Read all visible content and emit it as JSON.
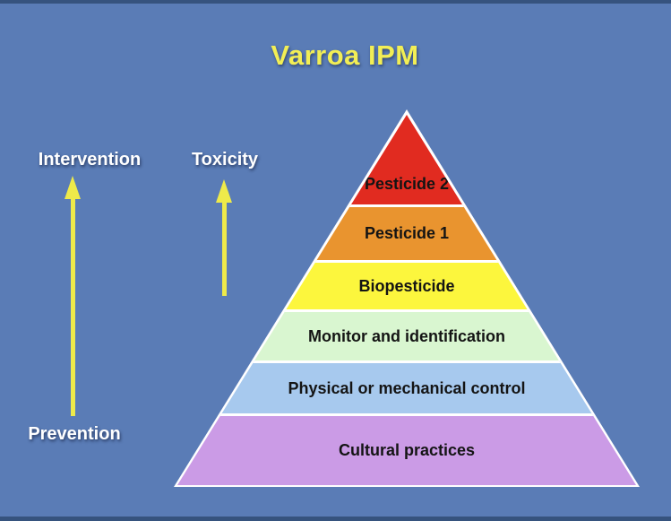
{
  "title": "Varroa IPM",
  "labels": {
    "intervention": "Intervention",
    "toxicity": "Toxicity",
    "prevention": "Prevention"
  },
  "pyramid": {
    "layers": [
      {
        "label": "Pesticide 2",
        "color": "#e12b20"
      },
      {
        "label": "Pesticide 1",
        "color": "#e9942f"
      },
      {
        "label": "Biopesticide",
        "color": "#fcf63d"
      },
      {
        "label": "Monitor and identification",
        "color": "#d9f6d0"
      },
      {
        "label": "Physical or mechanical control",
        "color": "#a7c9ee"
      },
      {
        "label": "Cultural practices",
        "color": "#cb9be6"
      }
    ]
  },
  "colors": {
    "background": "#5a7cb6",
    "edge_line": "#36537e",
    "title_text": "#f2ee55",
    "arrow": "#eeea4a",
    "side_label_text": "#ffffff",
    "layer_text": "#141414",
    "separator": "#ffffff"
  }
}
